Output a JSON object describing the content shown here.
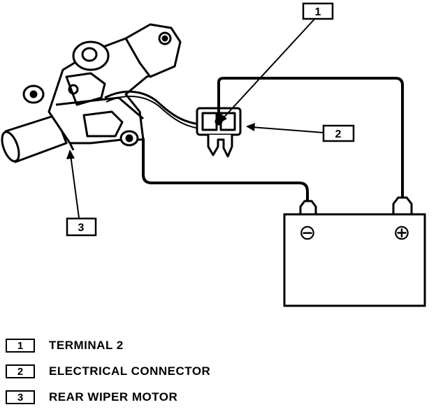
{
  "diagram": {
    "callouts": [
      {
        "number": "1"
      },
      {
        "number": "2"
      },
      {
        "number": "3"
      }
    ],
    "battery": {
      "negative_symbol": "⊖",
      "positive_symbol": "⊕"
    }
  },
  "legend": [
    {
      "number": "1",
      "label": "TERMINAL 2"
    },
    {
      "number": "2",
      "label": "ELECTRICAL CONNECTOR"
    },
    {
      "number": "3",
      "label": "REAR WIPER MOTOR"
    }
  ],
  "colors": {
    "line": "#000000",
    "background": "#ffffff"
  }
}
